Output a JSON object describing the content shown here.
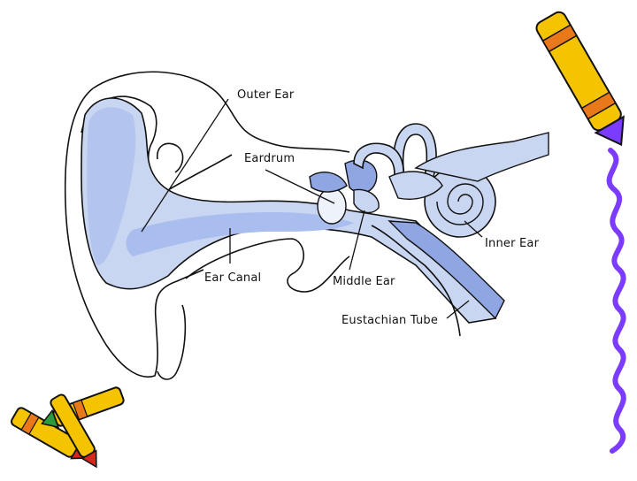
{
  "diagram": {
    "labels": {
      "outer_ear": "Outer Ear",
      "eardrum": "Eardrum",
      "inner_ear": "Inner Ear",
      "ear_canal": "Ear Canal",
      "middle_ear": "Middle Ear",
      "eustachian_tube": "Eustachian Tube"
    }
  },
  "colors": {
    "ear_fill": "#c9d6f2",
    "ear_deep": "#8fa6e3",
    "outline": "#111111",
    "crayon_yellow": "#f5c400",
    "crayon_orange": "#e8781a",
    "squiggle_purple": "#7b3cff",
    "crayon_red": "#d8261c",
    "crayon_green": "#2a9a3a"
  }
}
